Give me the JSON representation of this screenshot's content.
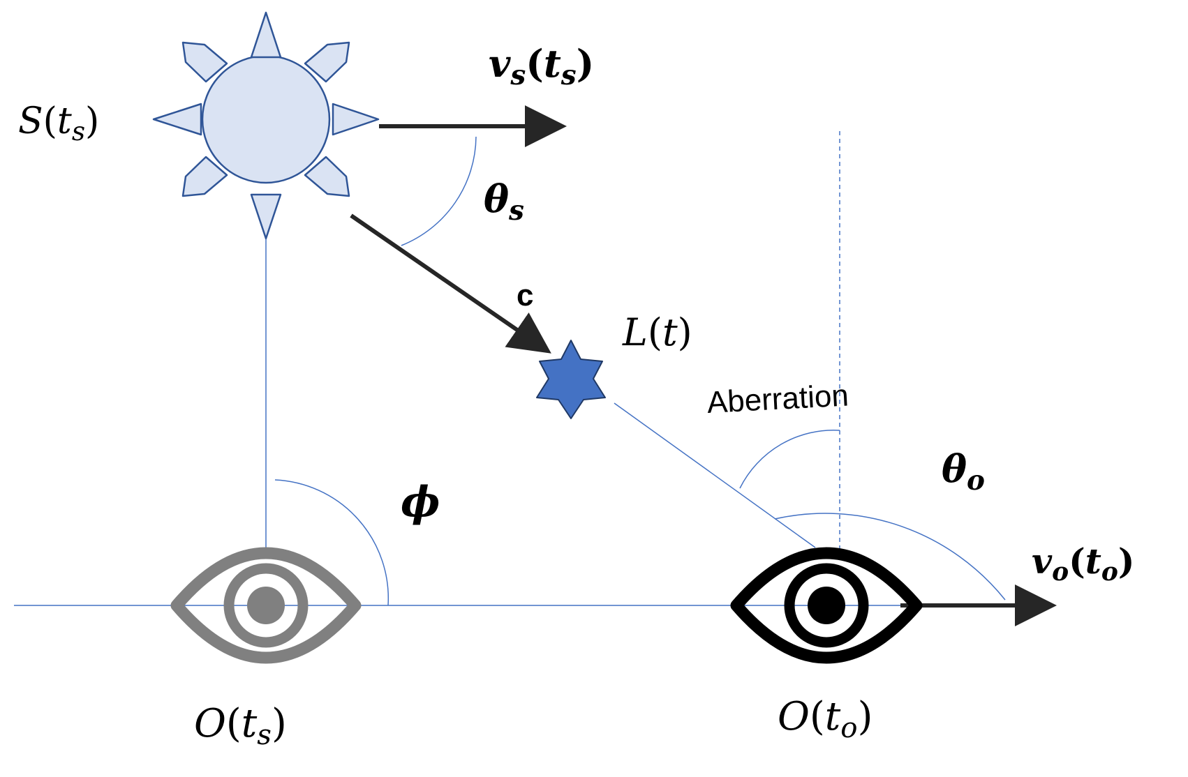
{
  "labels": {
    "source_position": {
      "main": "S",
      "open": "(",
      "var": "t",
      "sub": "s",
      "close": ")"
    },
    "source_velocity": {
      "main": "v",
      "main_sub": "s",
      "open": "(",
      "var": "t",
      "sub": "s",
      "close": ")"
    },
    "source_angle": {
      "main": "θ",
      "sub": "s"
    },
    "light_speed": "c",
    "lens_position": {
      "main": "L",
      "open": "(",
      "var": "t",
      "close": ")"
    },
    "aberration": "Aberration",
    "observer_angle": {
      "main": "θ",
      "sub": "o"
    },
    "angle_phi": "ϕ",
    "observer_velocity": {
      "main": "v",
      "main_sub": "o",
      "open": "(",
      "var": "t",
      "sub": "o",
      "close": ")"
    },
    "observer_past": {
      "main": "O",
      "open": "(",
      "var": "t",
      "sub": "s",
      "close": ")"
    },
    "observer_now": {
      "main": "O",
      "open": "(",
      "var": "t",
      "sub": "o",
      "close": ")"
    }
  },
  "icons": {
    "source": "sun-icon",
    "lens": "seven-point-star-icon",
    "observer_past": "eye-icon",
    "observer_now": "eye-icon"
  },
  "colors": {
    "thin_line": "#4472C4",
    "sun_fill": "#DAE3F3",
    "sun_stroke": "#2F5597",
    "star_fill": "#4472C4",
    "eye_past": "#808080",
    "eye_now": "#000000",
    "arrow": "#262626"
  }
}
